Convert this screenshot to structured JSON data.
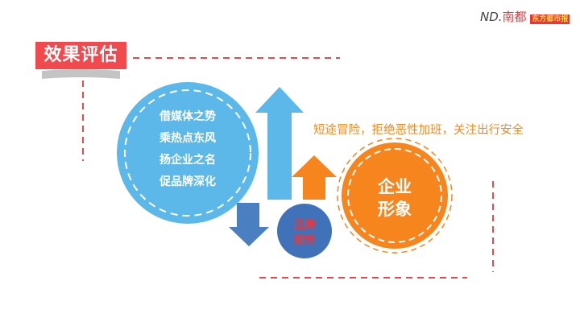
{
  "logo": {
    "brand": "ND.",
    "name": "南都",
    "badge": "东方都市报"
  },
  "title": "效果评估",
  "circle_lines": [
    "借媒体之势",
    "乘热点东风",
    "扬企业之名",
    "促品牌深化"
  ],
  "tagline": "短途冒险，拒绝恶性加班，关注出行安全",
  "enterprise": [
    "企业",
    "形象"
  ],
  "brand_service": [
    "品牌",
    "服务"
  ],
  "colors": {
    "red": "#f04a4f",
    "blue": "#5bb8e8",
    "dark_blue": "#3f72b8",
    "orange": "#f7851e"
  }
}
